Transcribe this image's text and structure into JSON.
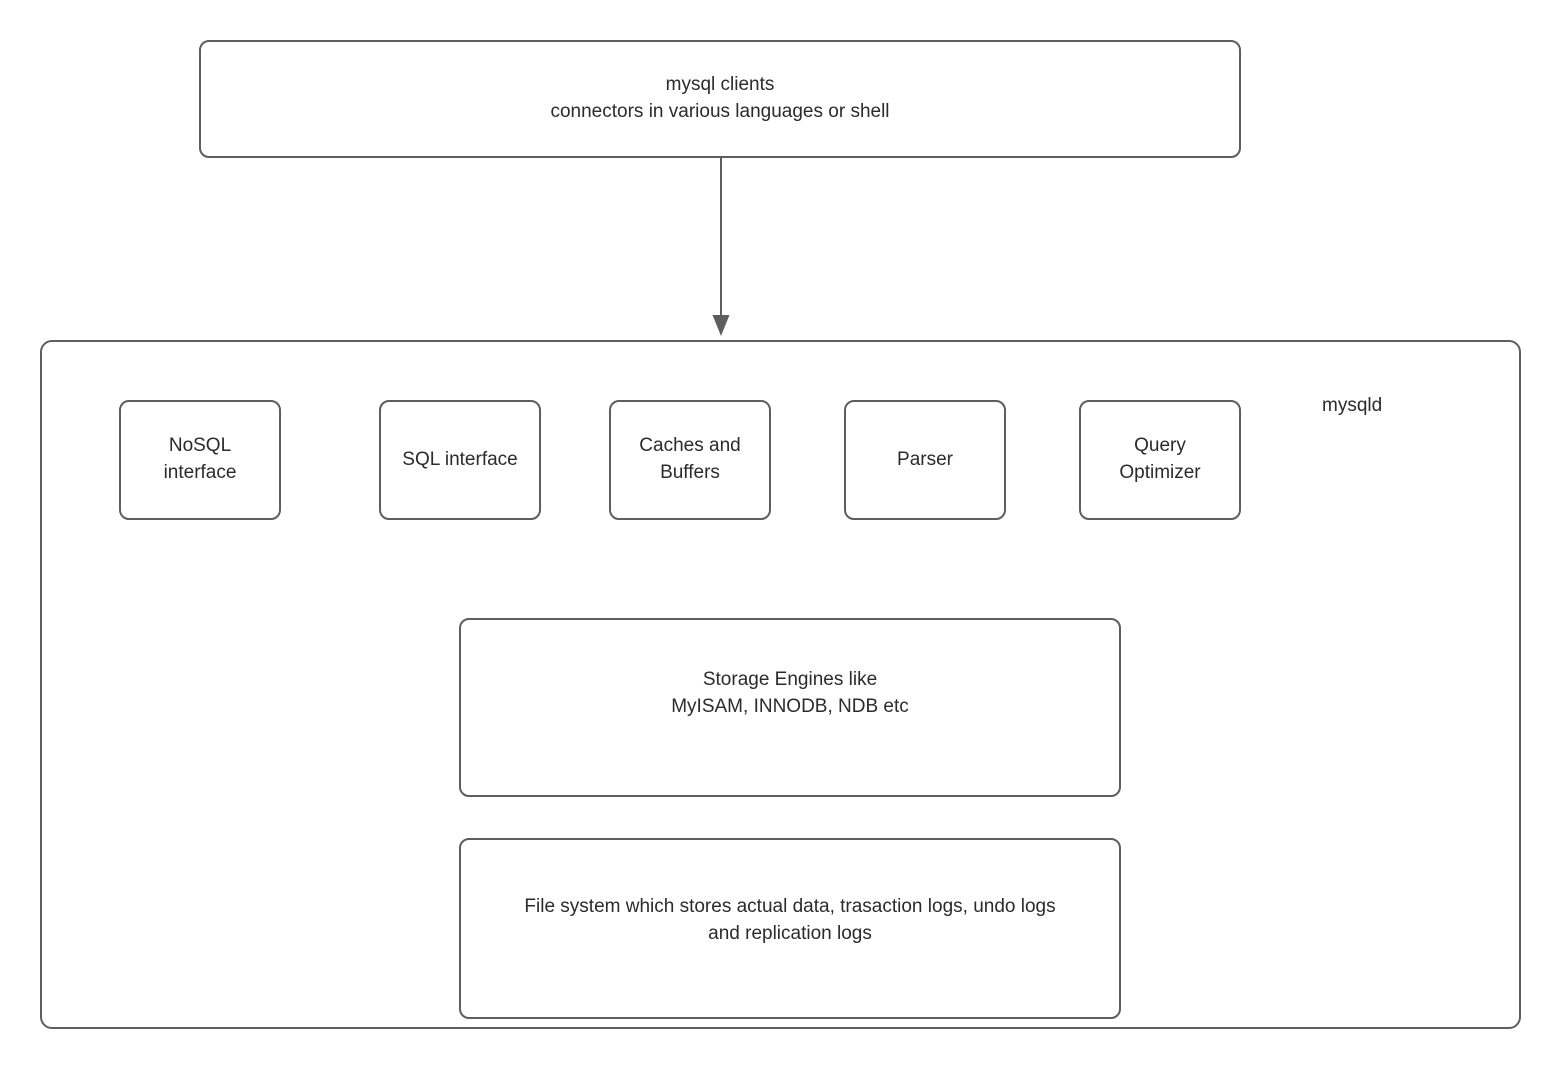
{
  "diagram": {
    "title": "MySQL server architecture diagram",
    "stroke_color": "#5e5e5e",
    "text_color": "#2b2b2b",
    "background_color": "#ffffff"
  },
  "clients": {
    "label": "mysql clients\nconnectors in various languages or shell"
  },
  "server": {
    "label": "mysqld",
    "components": [
      {
        "id": "nosql",
        "label": "NoSQL\ninterface"
      },
      {
        "id": "sql",
        "label": "SQL interface"
      },
      {
        "id": "caches",
        "label": "Caches and\nBuffers"
      },
      {
        "id": "parser",
        "label": "Parser"
      },
      {
        "id": "optimizer",
        "label": "Query\nOptimizer"
      }
    ],
    "storage_engines": {
      "label": "Storage Engines like\nMyISAM, INNODB, NDB etc"
    },
    "file_system": {
      "label": "File system which stores actual data, trasaction logs, undo logs\nand replication logs"
    }
  },
  "connectors": [
    {
      "id": "clients-to-mysqld",
      "from": "clients",
      "to": "mysqld",
      "direction": "down",
      "arrowhead": "filled-triangle"
    }
  ]
}
